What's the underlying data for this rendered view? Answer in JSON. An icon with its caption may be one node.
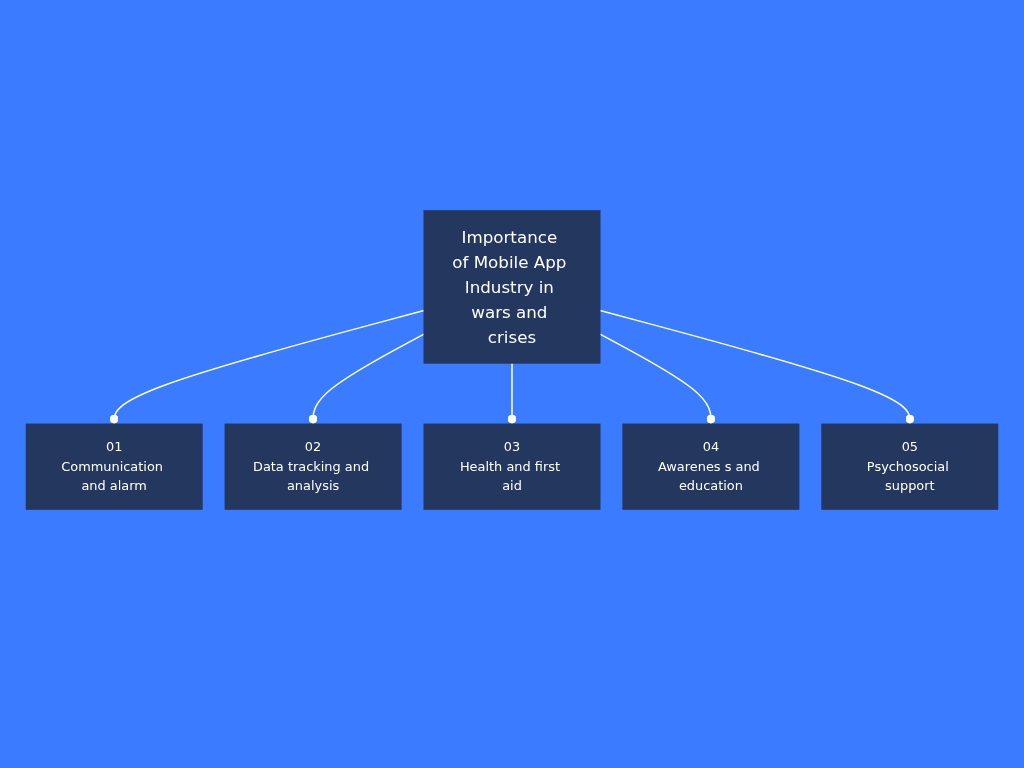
{
  "diagram": {
    "nodes": [
      {
        "text": [
          "Importance of Mobile App Industry in wars and crises"
        ]
      },
      {
        "text": [
          "01",
          "Communication and alarm"
        ]
      },
      {
        "text": [
          "02",
          "Data tracking and analysis"
        ]
      },
      {
        "text": [
          "03",
          "Health and first aid"
        ]
      },
      {
        "text": [
          "04",
          "Awarenes s and education"
        ]
      },
      {
        "text": [
          "05",
          "Psychosocial support"
        ]
      }
    ],
    "edges": [
      {
        "from": 0,
        "to": 1,
        "arrow": "other"
      },
      {
        "from": 0,
        "to": 2,
        "arrow": "other"
      },
      {
        "from": 0,
        "to": 3,
        "arrow": "other"
      },
      {
        "from": 0,
        "to": 4,
        "arrow": "other"
      },
      {
        "from": 0,
        "to": 5,
        "arrow": "other"
      }
    ]
  }
}
